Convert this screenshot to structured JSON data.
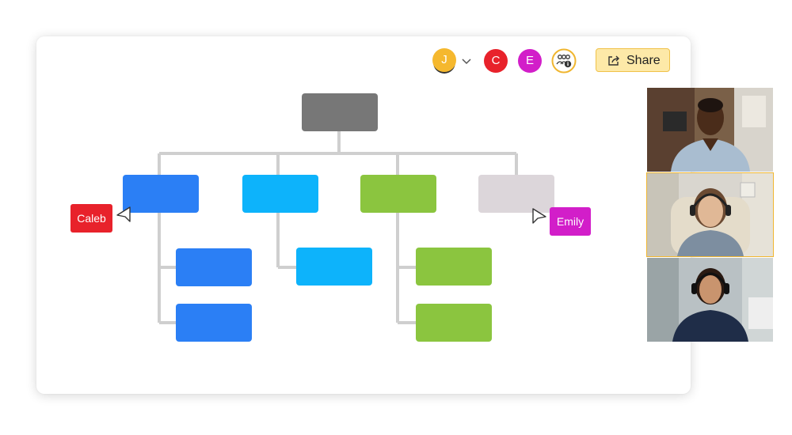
{
  "header": {
    "participants": [
      {
        "initial": "J",
        "color": "#f5b82e"
      },
      {
        "initial": "C",
        "color": "#e8222b"
      },
      {
        "initial": "E",
        "color": "#d21ec9"
      }
    ],
    "share_label": "Share"
  },
  "org_chart": {
    "colors": {
      "root": "#777777",
      "blue": "#2b7ff5",
      "cyan": "#0db3fb",
      "green": "#8bc53f",
      "grey": "#dcd6da",
      "connector": "#cfcfcf"
    }
  },
  "cursors": {
    "caleb": {
      "name": "Caleb",
      "color": "#e8222b"
    },
    "emily": {
      "name": "Emily",
      "color": "#d21ec9"
    }
  },
  "icons": {
    "participants_menu": "chevron-down-icon",
    "group": "people-group-icon",
    "share": "share-arrow-icon"
  }
}
